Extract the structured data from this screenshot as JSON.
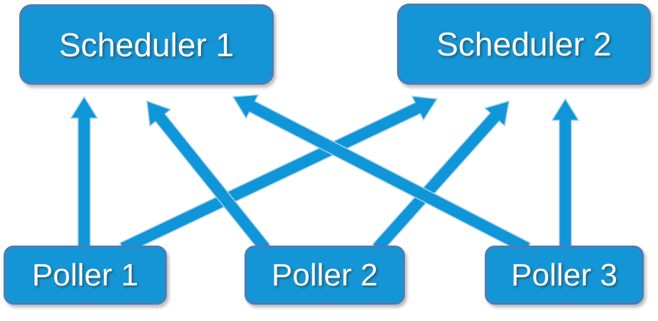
{
  "diagram": {
    "nodes": [
      {
        "id": "scheduler-1",
        "label": "Scheduler 1",
        "type": "scheduler"
      },
      {
        "id": "scheduler-2",
        "label": "Scheduler 2",
        "type": "scheduler"
      },
      {
        "id": "poller-1",
        "label": "Poller 1",
        "type": "poller"
      },
      {
        "id": "poller-2",
        "label": "Poller 2",
        "type": "poller"
      },
      {
        "id": "poller-3",
        "label": "Poller 3",
        "type": "poller"
      }
    ],
    "edges": [
      {
        "from": "poller-1",
        "to": "scheduler-1"
      },
      {
        "from": "poller-1",
        "to": "scheduler-2"
      },
      {
        "from": "poller-2",
        "to": "scheduler-1"
      },
      {
        "from": "poller-2",
        "to": "scheduler-2"
      },
      {
        "from": "poller-3",
        "to": "scheduler-1"
      },
      {
        "from": "poller-3",
        "to": "scheduler-2"
      }
    ],
    "colors": {
      "node_fill": "#1496D6",
      "node_border": "#4A7CBA",
      "arrow_fill": "#0E96D8",
      "arrow_outline": "#A9CEEE",
      "text": "#FFFFFF"
    }
  }
}
